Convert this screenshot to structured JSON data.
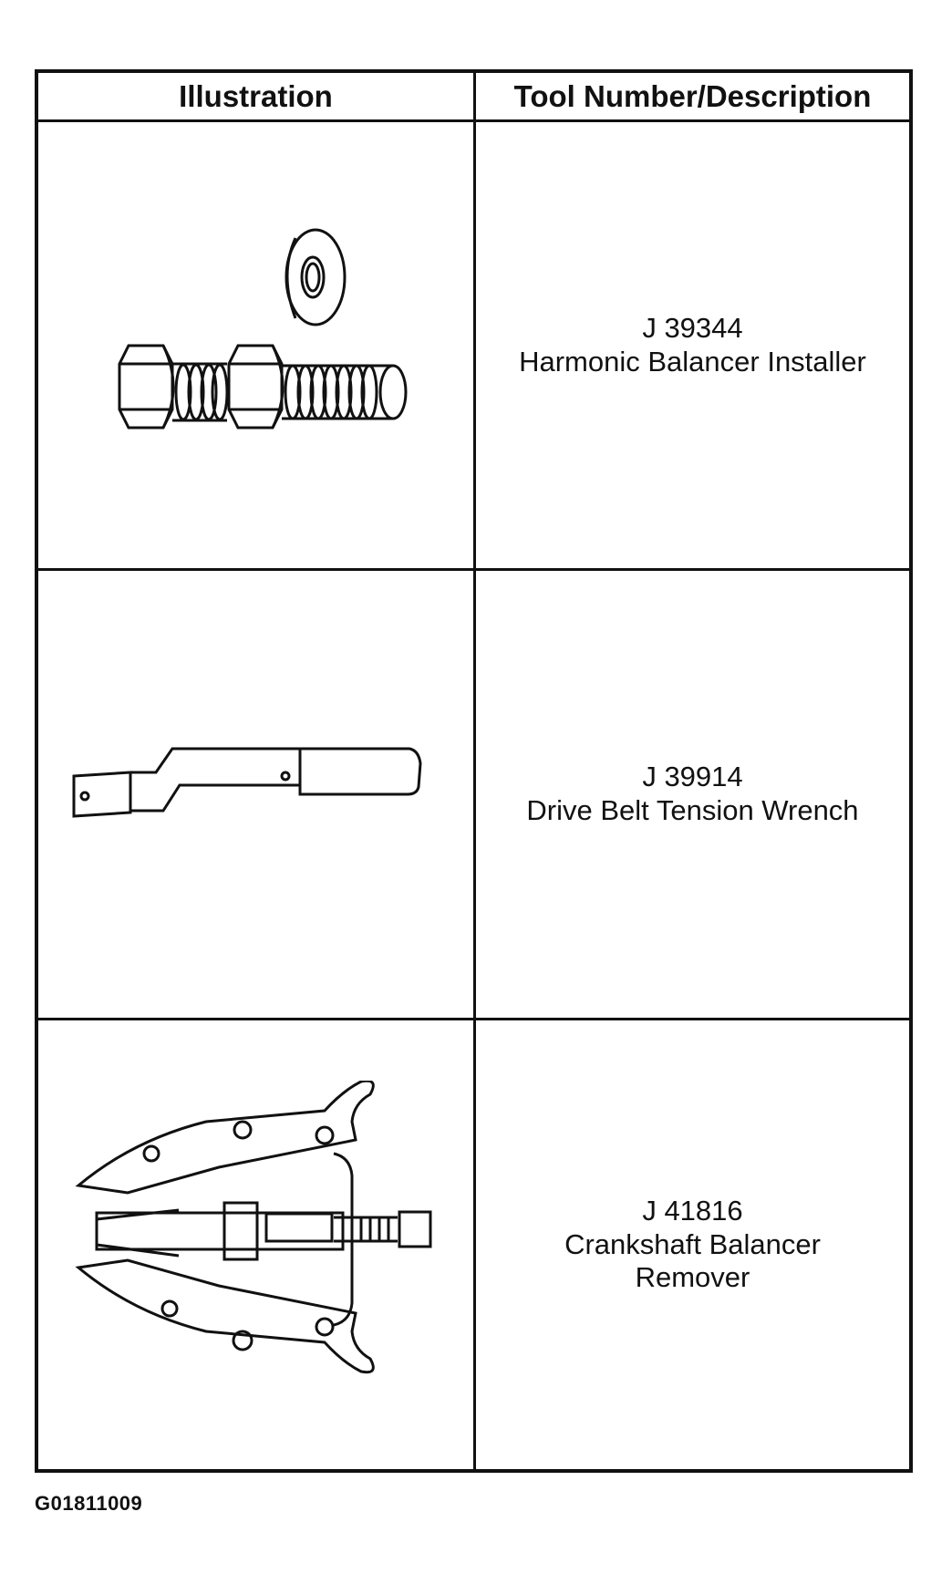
{
  "table": {
    "headers": [
      "Illustration",
      "Tool Number/Description"
    ],
    "rows": [
      {
        "illustration": "harmonic-balancer-installer-illustration",
        "number": "J 39344",
        "description_lines": [
          "Harmonic Balancer Installer"
        ]
      },
      {
        "illustration": "drive-belt-tension-wrench-illustration",
        "number": "J 39914",
        "description_lines": [
          "Drive Belt Tension Wrench"
        ]
      },
      {
        "illustration": "crankshaft-balancer-remover-illustration",
        "number": "J 41816",
        "description_lines": [
          "Crankshaft Balancer",
          "Remover"
        ]
      }
    ]
  },
  "figure_code": "G01811009"
}
